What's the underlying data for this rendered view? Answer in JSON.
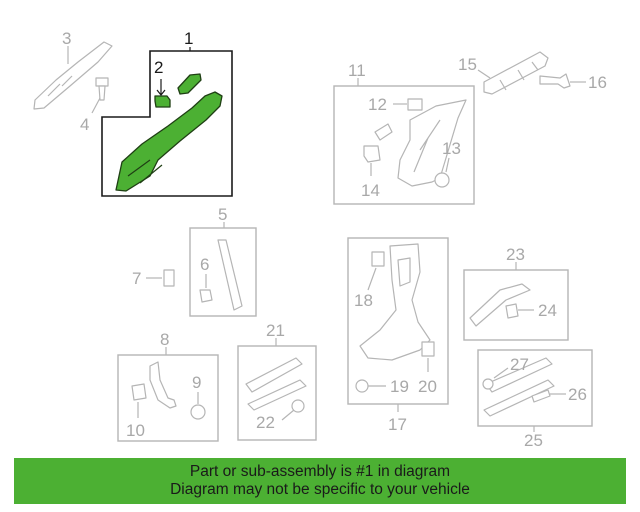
{
  "diagram": {
    "highlighted_part": "1",
    "highlight_color": "#4cb033",
    "part_numbers": {
      "p1": "1",
      "p2": "2",
      "p3": "3",
      "p4": "4",
      "p5": "5",
      "p6": "6",
      "p7": "7",
      "p8": "8",
      "p9": "9",
      "p10": "10",
      "p11": "11",
      "p12": "12",
      "p13": "13",
      "p14": "14",
      "p15": "15",
      "p16": "16",
      "p17": "17",
      "p18": "18",
      "p19": "19",
      "p20": "20",
      "p21": "21",
      "p22": "22",
      "p23": "23",
      "p24": "24",
      "p25": "25",
      "p26": "26",
      "p27": "27"
    }
  },
  "banner": {
    "line1": "Part or sub-assembly is #1 in diagram",
    "line2": "Diagram may not be specific to your vehicle",
    "color": "#4cb033"
  }
}
